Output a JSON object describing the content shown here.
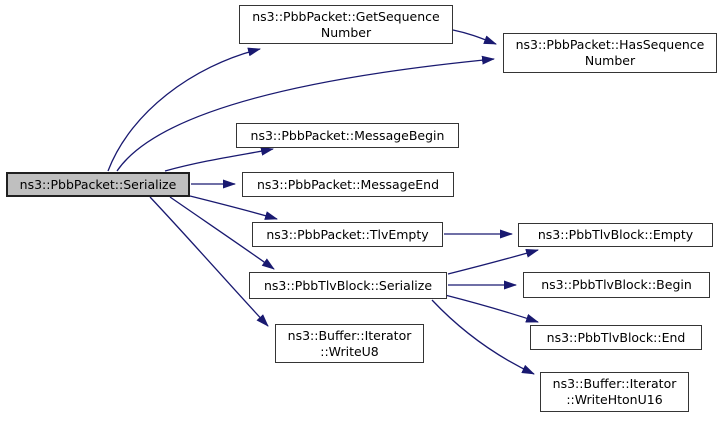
{
  "diagram": {
    "kind": "doxygen-call-graph",
    "background_color": "#ffffff",
    "edge_color": "#191970",
    "node_fill": "#ffffff",
    "node_border": "#353535",
    "highlight_node_fill": "#bfbfbf"
  },
  "nodes": [
    {
      "id": "pbbpacket-serialize",
      "label": "ns3::PbbPacket::Serialize",
      "lines": [
        "ns3::PbbPacket::Serialize"
      ],
      "highlighted": true
    },
    {
      "id": "pbbpacket-getsequencenumber",
      "label": "ns3::PbbPacket::GetSequenceNumber",
      "lines": [
        "ns3::PbbPacket::GetSequence",
        "Number"
      ],
      "highlighted": false
    },
    {
      "id": "pbbpacket-hassequencenumber",
      "label": "ns3::PbbPacket::HasSequenceNumber",
      "lines": [
        "ns3::PbbPacket::HasSequence",
        "Number"
      ],
      "highlighted": false
    },
    {
      "id": "pbbpacket-messagebegin",
      "label": "ns3::PbbPacket::MessageBegin",
      "lines": [
        "ns3::PbbPacket::MessageBegin"
      ],
      "highlighted": false
    },
    {
      "id": "pbbpacket-messageend",
      "label": "ns3::PbbPacket::MessageEnd",
      "lines": [
        "ns3::PbbPacket::MessageEnd"
      ],
      "highlighted": false
    },
    {
      "id": "pbbpacket-tlvempty",
      "label": "ns3::PbbPacket::TlvEmpty",
      "lines": [
        "ns3::PbbPacket::TlvEmpty"
      ],
      "highlighted": false
    },
    {
      "id": "pbbtlvblock-serialize",
      "label": "ns3::PbbTlvBlock::Serialize",
      "lines": [
        "ns3::PbbTlvBlock::Serialize"
      ],
      "highlighted": false
    },
    {
      "id": "buffer-iterator-writeu8",
      "label": "ns3::Buffer::Iterator::WriteU8",
      "lines": [
        "ns3::Buffer::Iterator",
        "::WriteU8"
      ],
      "highlighted": false
    },
    {
      "id": "pbbtlvblock-empty",
      "label": "ns3::PbbTlvBlock::Empty",
      "lines": [
        "ns3::PbbTlvBlock::Empty"
      ],
      "highlighted": false
    },
    {
      "id": "pbbtlvblock-begin",
      "label": "ns3::PbbTlvBlock::Begin",
      "lines": [
        "ns3::PbbTlvBlock::Begin"
      ],
      "highlighted": false
    },
    {
      "id": "pbbtlvblock-end",
      "label": "ns3::PbbTlvBlock::End",
      "lines": [
        "ns3::PbbTlvBlock::End"
      ],
      "highlighted": false
    },
    {
      "id": "buffer-iterator-writehtonu16",
      "label": "ns3::Buffer::Iterator::WriteHtonU16",
      "lines": [
        "ns3::Buffer::Iterator",
        "::WriteHtonU16"
      ],
      "highlighted": false
    }
  ],
  "edges": [
    {
      "from": "ns3::PbbPacket::Serialize",
      "to": "ns3::PbbPacket::GetSequenceNumber"
    },
    {
      "from": "ns3::PbbPacket::Serialize",
      "to": "ns3::PbbPacket::HasSequenceNumber"
    },
    {
      "from": "ns3::PbbPacket::GetSequenceNumber",
      "to": "ns3::PbbPacket::HasSequenceNumber"
    },
    {
      "from": "ns3::PbbPacket::Serialize",
      "to": "ns3::PbbPacket::MessageBegin"
    },
    {
      "from": "ns3::PbbPacket::Serialize",
      "to": "ns3::PbbPacket::MessageEnd"
    },
    {
      "from": "ns3::PbbPacket::Serialize",
      "to": "ns3::PbbPacket::TlvEmpty"
    },
    {
      "from": "ns3::PbbPacket::Serialize",
      "to": "ns3::PbbTlvBlock::Serialize"
    },
    {
      "from": "ns3::PbbPacket::Serialize",
      "to": "ns3::Buffer::Iterator::WriteU8"
    },
    {
      "from": "ns3::PbbPacket::TlvEmpty",
      "to": "ns3::PbbTlvBlock::Empty"
    },
    {
      "from": "ns3::PbbTlvBlock::Serialize",
      "to": "ns3::PbbTlvBlock::Empty"
    },
    {
      "from": "ns3::PbbTlvBlock::Serialize",
      "to": "ns3::PbbTlvBlock::Begin"
    },
    {
      "from": "ns3::PbbTlvBlock::Serialize",
      "to": "ns3::PbbTlvBlock::End"
    },
    {
      "from": "ns3::PbbTlvBlock::Serialize",
      "to": "ns3::Buffer::Iterator::WriteHtonU16"
    }
  ]
}
